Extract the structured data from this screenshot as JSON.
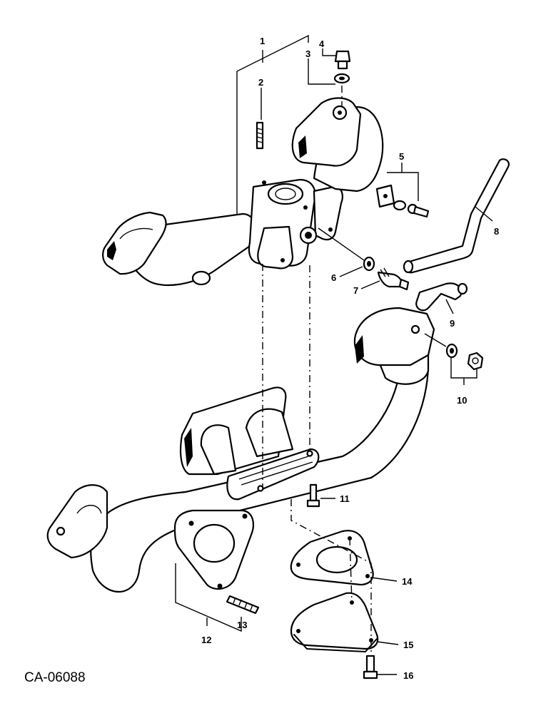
{
  "drawing_code": "CA-06088",
  "callouts": [
    {
      "id": "callout-1",
      "label": "1"
    },
    {
      "id": "callout-2",
      "label": "2"
    },
    {
      "id": "callout-3",
      "label": "3"
    },
    {
      "id": "callout-4",
      "label": "4"
    },
    {
      "id": "callout-5",
      "label": "5"
    },
    {
      "id": "callout-6",
      "label": "6"
    },
    {
      "id": "callout-7",
      "label": "7"
    },
    {
      "id": "callout-8",
      "label": "8"
    },
    {
      "id": "callout-9",
      "label": "9"
    },
    {
      "id": "callout-10",
      "label": "10"
    },
    {
      "id": "callout-11",
      "label": "11"
    },
    {
      "id": "callout-12",
      "label": "12"
    },
    {
      "id": "callout-13",
      "label": "13"
    },
    {
      "id": "callout-14",
      "label": "14"
    },
    {
      "id": "callout-15",
      "label": "15"
    },
    {
      "id": "callout-16",
      "label": "16"
    }
  ]
}
